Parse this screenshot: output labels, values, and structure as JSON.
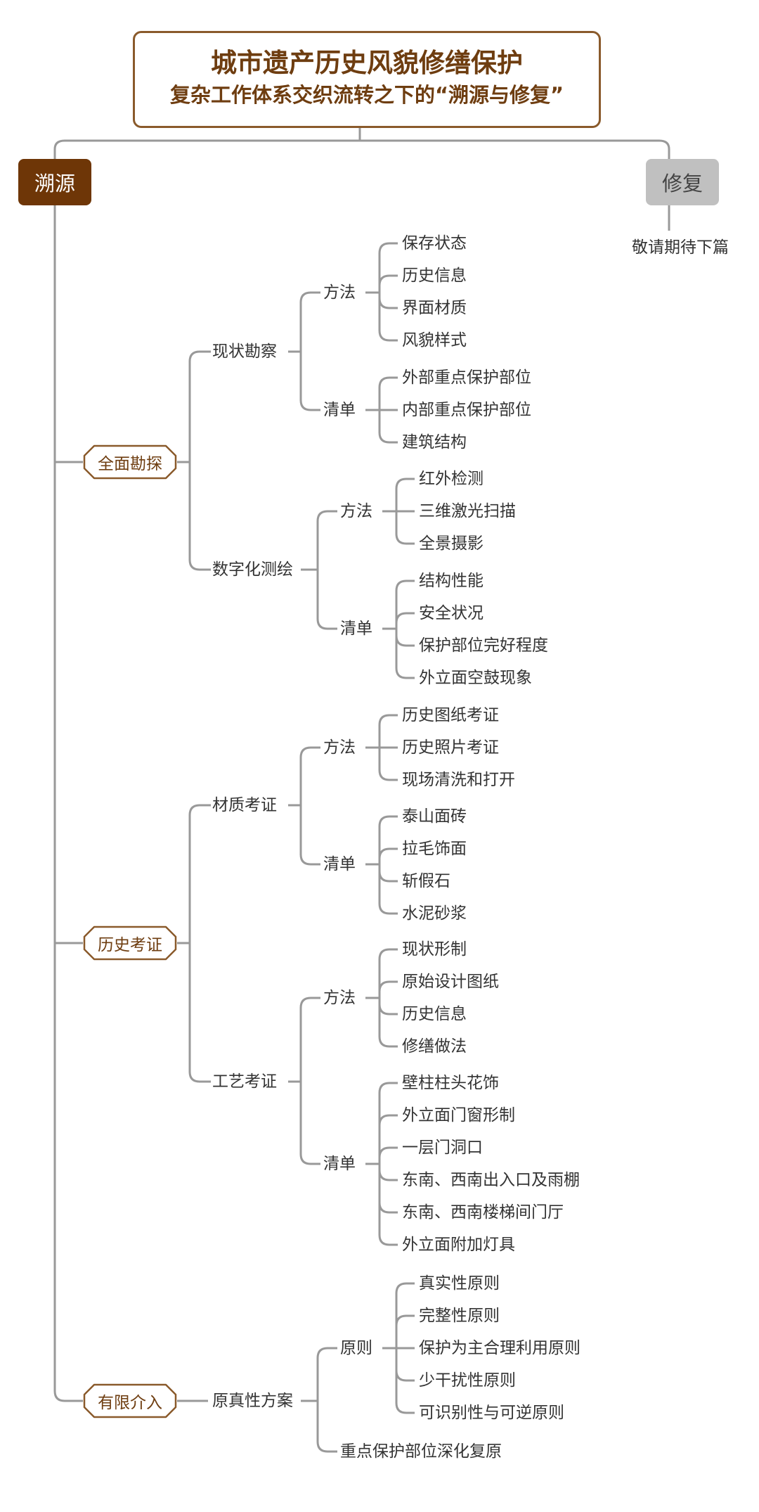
{
  "title": {
    "line1": "城市遗产历史风貌修缮保护",
    "line2": "复杂工作体系交织流转之下的“溯源与修复”"
  },
  "branches": {
    "left": "溯源",
    "right": "修复",
    "right_note": "敬请期待下篇"
  },
  "tree": {
    "g1": {
      "label": "全面勘探",
      "a": {
        "label": "现状勘察",
        "m": {
          "label": "方法",
          "items": [
            "保存状态",
            "历史信息",
            "界面材质",
            "风貌样式"
          ]
        },
        "l": {
          "label": "清单",
          "items": [
            "外部重点保护部位",
            "内部重点保护部位",
            "建筑结构"
          ]
        }
      },
      "b": {
        "label": "数字化测绘",
        "m": {
          "label": "方法",
          "items": [
            "红外检测",
            "三维激光扫描",
            "全景摄影"
          ]
        },
        "l": {
          "label": "清单",
          "items": [
            "结构性能",
            "安全状况",
            "保护部位完好程度",
            "外立面空鼓现象"
          ]
        }
      }
    },
    "g2": {
      "label": "历史考证",
      "a": {
        "label": "材质考证",
        "m": {
          "label": "方法",
          "items": [
            "历史图纸考证",
            "历史照片考证",
            "现场清洗和打开"
          ]
        },
        "l": {
          "label": "清单",
          "items": [
            "泰山面砖",
            "拉毛饰面",
            "斩假石",
            "水泥砂浆"
          ]
        }
      },
      "b": {
        "label": "工艺考证",
        "m": {
          "label": "方法",
          "items": [
            "现状形制",
            "原始设计图纸",
            "历史信息",
            "修缮做法"
          ]
        },
        "l": {
          "label": "清单",
          "items": [
            "壁柱柱头花饰",
            "外立面门窗形制",
            "一层门洞口",
            "东南、西南出入口及雨棚",
            "东南、西南楼梯间门厅",
            "外立面附加灯具"
          ]
        }
      }
    },
    "g3": {
      "label": "有限介入",
      "a": {
        "label": "原真性方案",
        "p": {
          "label": "原则",
          "items": [
            "真实性原则",
            "完整性原则",
            "保护为主合理利用原则",
            "少干扰性原则",
            "可识别性与可逆原则"
          ]
        },
        "r": "重点保护部位深化复原"
      }
    }
  }
}
